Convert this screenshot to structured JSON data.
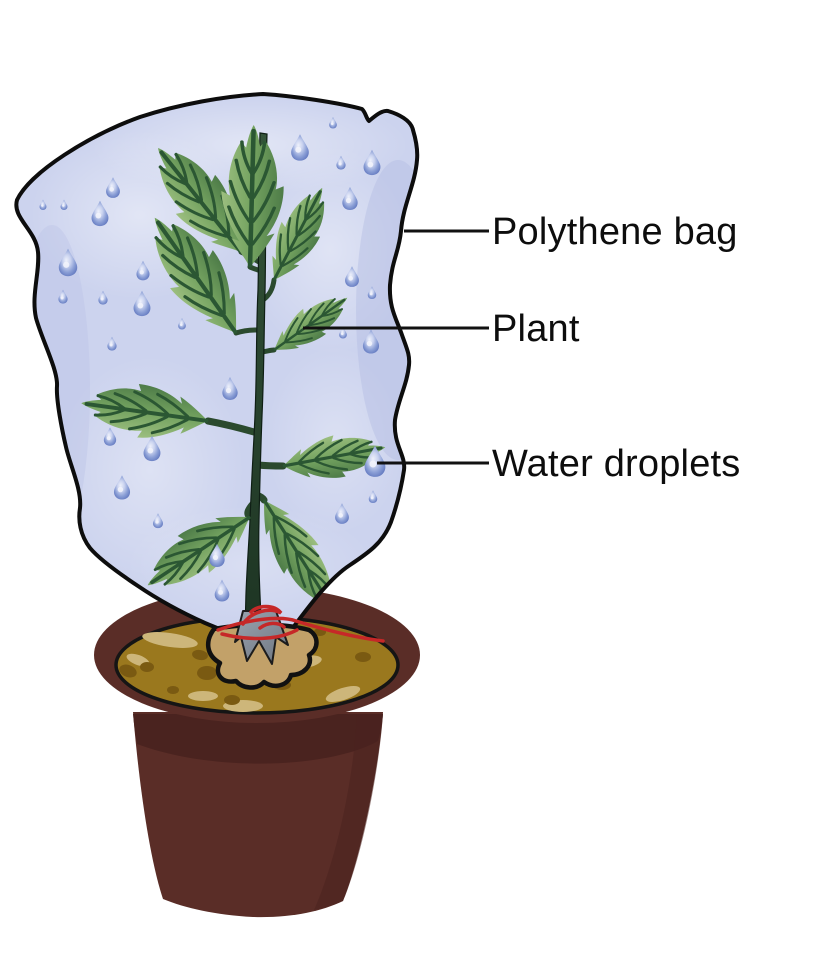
{
  "figure": {
    "type": "labeled-diagram",
    "labels": [
      {
        "text": "Polythene bag",
        "points_to": "polythene-bag"
      },
      {
        "text": "Plant",
        "points_to": "plant"
      },
      {
        "text": "Water droplets",
        "points_to": "water-droplet-labeled"
      }
    ],
    "colors": {
      "background": "#ffffff",
      "label_text": "#0d0d0d",
      "leader_line": "#111111",
      "bag_fill": "#ccd3ee",
      "bag_outline": "#0d0d0d",
      "droplet_light": "#eef1fb",
      "droplet_mid": "#8b9fd6",
      "droplet_dark": "#5269b6",
      "leaf_light": "#9dbf80",
      "leaf_mid": "#74a360",
      "leaf_dark": "#4e7c48",
      "leaf_vein": "#2b5733",
      "stem_green": "#2b4a2e",
      "pot_clay": "#5a2d27",
      "pot_shadow": "#4a231f",
      "soil": "#9a781e",
      "soil_dark_spot": "#7a5a12",
      "soil_light_patch": "#cdb67a",
      "tie_string": "#c62828",
      "bag_gather": "#c2a169",
      "stem_base_gray": "#8d97a3"
    }
  }
}
